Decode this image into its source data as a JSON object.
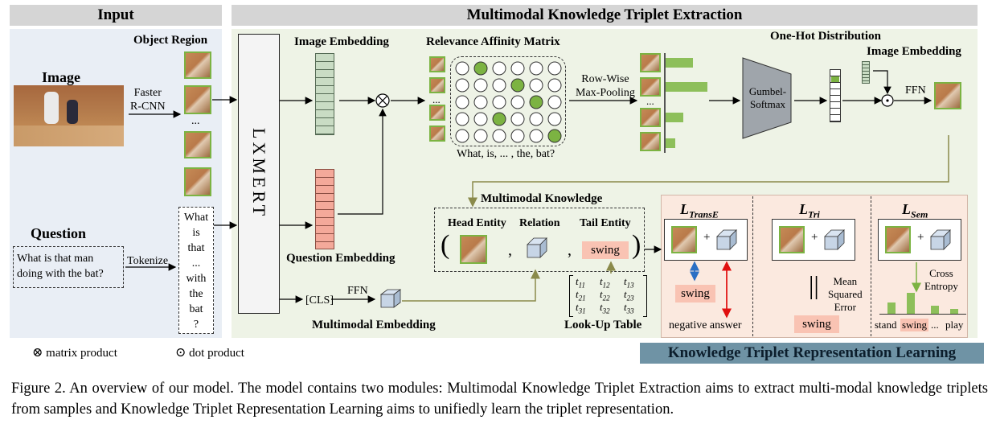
{
  "headers": {
    "input": "Input",
    "extraction": "Multimodal Knowledge Triplet Extraction"
  },
  "input": {
    "object_region": "Object Region",
    "image": "Image",
    "faster_rcnn": "Faster\nR-CNN",
    "dots": "...",
    "question_title": "Question",
    "question_text": "What is that man doing with the bat?",
    "tokenize": "Tokenize",
    "tokens": [
      "What",
      "is",
      "that",
      "...",
      "with",
      "the",
      "bat",
      "?"
    ]
  },
  "lxmert": "LXMERT",
  "extraction": {
    "image_embedding": "Image Embedding",
    "question_embedding": "Question Embedding",
    "relevance_matrix": "Relevance Affinity Matrix",
    "matrix_caption": "What, is, ... , the, bat?",
    "row_wise": "Row-Wise",
    "max_pooling": "Max-Pooling",
    "one_hot": "One-Hot Distribution",
    "gumbel": "Gumbel-\nSoftmax",
    "image_embedding2": "Image Embedding",
    "ffn": "FFN",
    "cls": "[CLS]",
    "ffn2": "FFN",
    "multimodal_embedding": "Multimodal Embedding",
    "multimodal_knowledge": "Multimodal Knowledge",
    "head_entity": "Head Entity",
    "relation": "Relation",
    "tail_entity": "Tail Entity",
    "tail_word": "swing",
    "lookup_table": "Look-Up Table",
    "lookup_rows": [
      [
        "t11",
        "t12",
        "t13"
      ],
      [
        "t21",
        "t22",
        "t23"
      ],
      [
        "t31",
        "t32",
        "t33"
      ]
    ]
  },
  "losses": {
    "transe": {
      "symbol": "L",
      "sub": "TransE",
      "swing": "swing",
      "negative": "negative answer"
    },
    "tri": {
      "symbol": "L",
      "sub": "Tri",
      "mse": "Mean\nSquared\nError",
      "swing": "swing",
      "parallel": "||"
    },
    "sem": {
      "symbol": "L",
      "sub": "Sem",
      "cross_entropy": "Cross\nEntropy",
      "labels": [
        "stand",
        "swing",
        "...",
        "play"
      ]
    }
  },
  "legend": {
    "matrix_product": "matrix product",
    "dot_product": "dot product"
  },
  "klr_title": "Knowledge Triplet Representation Learning",
  "caption": "Figure 2. An overview of our model. The model contains two modules: Multimodal Knowledge Triplet Extraction aims to extract multi-modal knowledge triplets from samples and Knowledge Triplet Representation Learning aims to unifiedly learn the triplet representation.",
  "colors": {
    "green_accent": "#7cb342",
    "pink_embedding": "#f4a99a",
    "green_embedding": "#c9dcc4",
    "swing_bg": "#f9c3b3",
    "klr_bar": "#6f93a5"
  }
}
